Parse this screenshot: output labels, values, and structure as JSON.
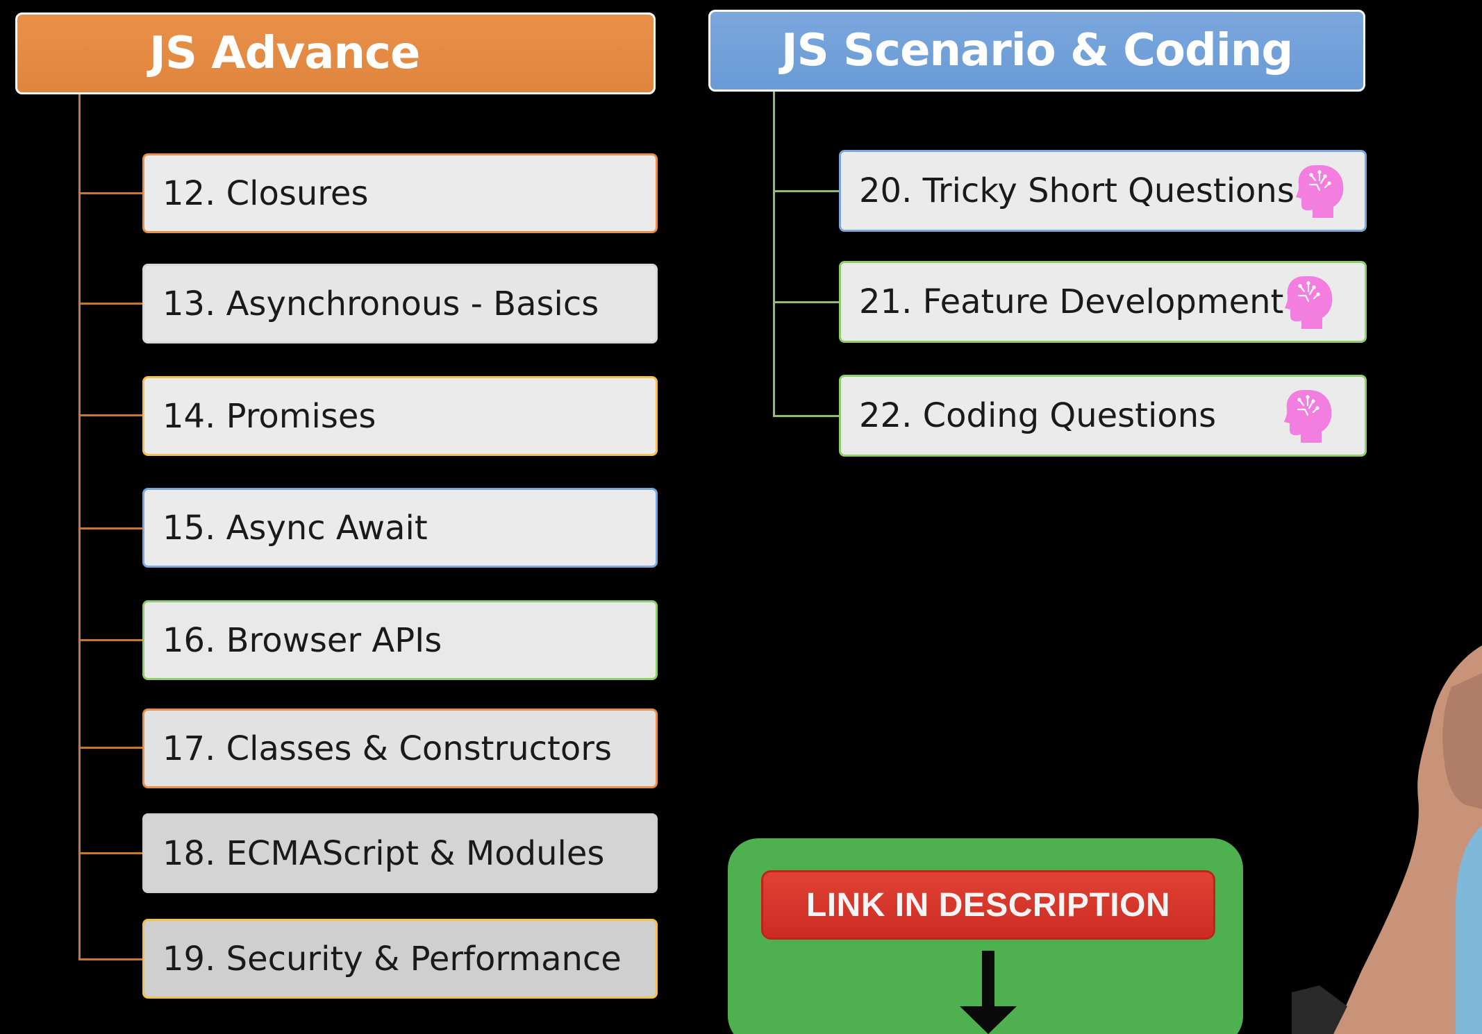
{
  "headers": {
    "advance": "JS Advance",
    "scenario": "JS Scenario & Coding"
  },
  "advance_topics": [
    {
      "label": "12. Closures",
      "border": "#e8904a",
      "bg": "#ebebeb"
    },
    {
      "label": "13. Asynchronous - Basics",
      "border": "#d9d9d9",
      "bg": "#e6e6e6"
    },
    {
      "label": "14. Promises",
      "border": "#f2c14e",
      "bg": "#ebebeb"
    },
    {
      "label": "15. Async Await",
      "border": "#7ba7dd",
      "bg": "#ebebeb"
    },
    {
      "label": "16. Browser APIs",
      "border": "#8fcf6a",
      "bg": "#e9e9e9"
    },
    {
      "label": "17. Classes & Constructors",
      "border": "#e8904a",
      "bg": "#e2e2e2"
    },
    {
      "label": "18. ECMAScript & Modules",
      "border": "#cfcfcf",
      "bg": "#d4d4d4"
    },
    {
      "label": "19. Security & Performance",
      "border": "#f2c14e",
      "bg": "#cfcfcf"
    }
  ],
  "scenario_topics": [
    {
      "label": "20. Tricky Short Questions",
      "border": "#7ba7dd",
      "bg": "#ebebeb",
      "icon": "brain-head-icon"
    },
    {
      "label": "21. Feature Development",
      "border": "#8fcf6a",
      "bg": "#ebebeb",
      "icon": "brain-head-icon"
    },
    {
      "label": "22. Coding Questions",
      "border": "#8fcf6a",
      "bg": "#ebebeb",
      "icon": "brain-head-icon"
    }
  ],
  "link": {
    "label": "LINK IN DESCRIPTION",
    "icon": "arrow-down-icon"
  },
  "colors": {
    "background": "#000000",
    "advance_header": "#e0853d",
    "scenario_header": "#6a9bd6",
    "advance_connector": "#c9772f",
    "scenario_connector": "#8fbf6a",
    "link_panel": "#4fb04f",
    "link_button": "#cc2b22",
    "brain_icon": "#f27ee0"
  }
}
